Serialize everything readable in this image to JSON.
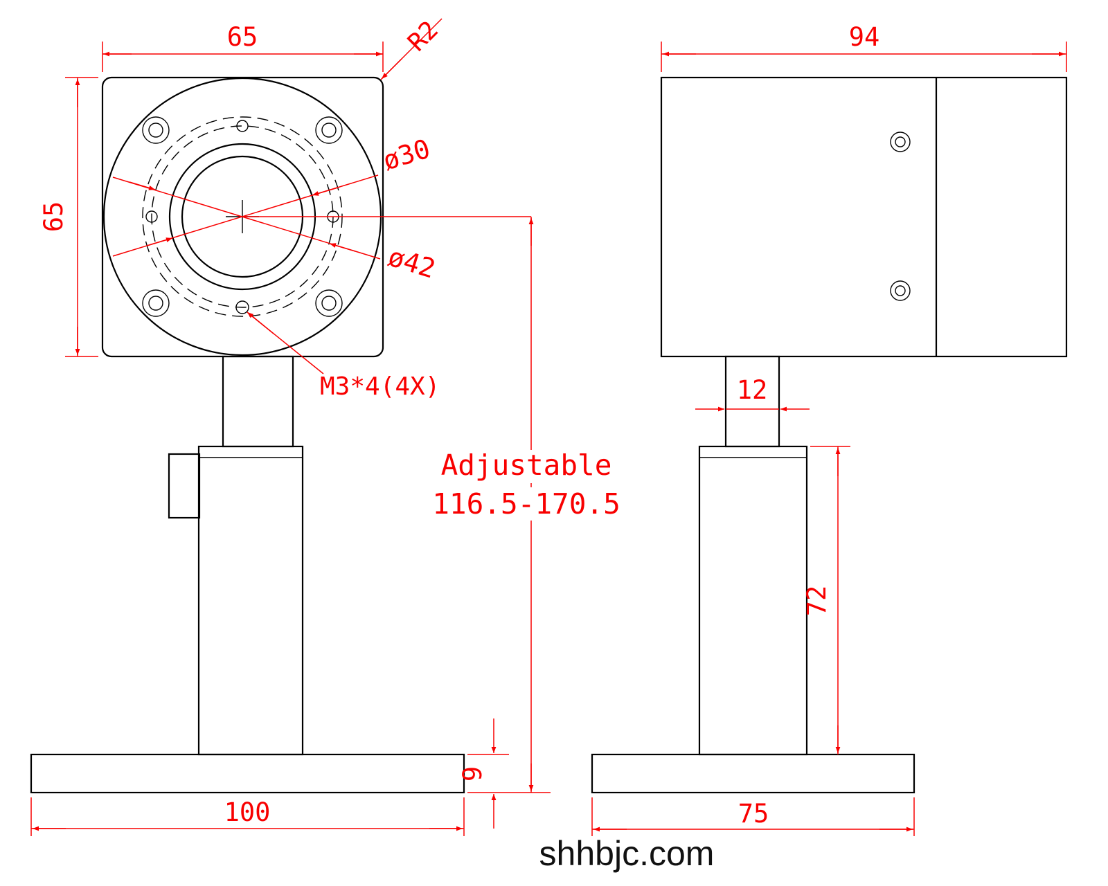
{
  "watermark": "shhbjc.com",
  "colors": {
    "dimension_red": "#f80000",
    "line_black": "#000000"
  },
  "front_view": {
    "width_dim": "65",
    "height_dim": "65",
    "corner_radius": "R2",
    "aperture_diameter": "ø30",
    "bolt_circle_diameter": "ø42",
    "thread_note": "M3*4(4X)",
    "adjustable_line1": "Adjustable",
    "adjustable_line2": "116.5-170.5",
    "base_width_dim": "100",
    "base_thickness_dim": "9"
  },
  "side_view": {
    "width_dim": "94",
    "post_width_dim": "12",
    "column_height_dim": "72",
    "base_width_dim": "75"
  }
}
